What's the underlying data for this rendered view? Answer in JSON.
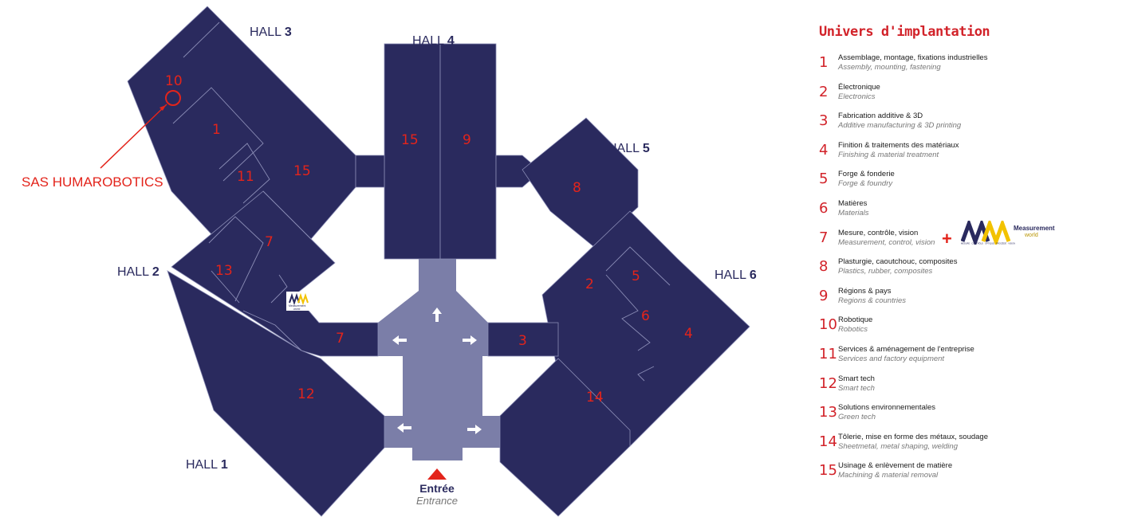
{
  "map": {
    "halls": {
      "h1": {
        "word": "HALL",
        "num": "1"
      },
      "h2": {
        "word": "HALL",
        "num": "2"
      },
      "h3": {
        "word": "HALL",
        "num": "3"
      },
      "h4": {
        "word": "HALL",
        "num": "4"
      },
      "h5": {
        "word": "HALL",
        "num": "5"
      },
      "h6": {
        "word": "HALL",
        "num": "6"
      }
    },
    "zones": [
      "10",
      "1",
      "11",
      "15",
      "7",
      "13",
      "7",
      "12",
      "15",
      "9",
      "8",
      "2",
      "5",
      "6",
      "4",
      "3",
      "14"
    ],
    "callout": "SAS HUMAROBOTICS",
    "entrance": {
      "fr": "Entrée",
      "en": "Entrance"
    },
    "small_logo": {
      "line1": "Measurement",
      "line2": "world"
    },
    "colors": {
      "hall": "#2a2a5e",
      "corridor": "#7b7ea8",
      "accent": "#e3241b"
    }
  },
  "legend": {
    "title": "Univers d'implantation",
    "items": [
      {
        "num": "1",
        "fr": "Assemblage, montage, fixations industrielles",
        "en": "Assembly, mounting, fastening"
      },
      {
        "num": "2",
        "fr": "Électronique",
        "en": "Electronics"
      },
      {
        "num": "3",
        "fr": "Fabrication additive & 3D",
        "en": "Additive manufacturing & 3D printing"
      },
      {
        "num": "4",
        "fr": "Finition & traitements des matériaux",
        "en": "Finishing & material treatment"
      },
      {
        "num": "5",
        "fr": "Forge & fonderie",
        "en": "Forge & foundry"
      },
      {
        "num": "6",
        "fr": "Matières",
        "en": "Materials"
      },
      {
        "num": "7",
        "fr": "Mesure, contrôle, vision",
        "en": "Measurement, control, vision"
      },
      {
        "num": "8",
        "fr": "Plasturgie, caoutchouc, composites",
        "en": "Plastics, rubber, composites"
      },
      {
        "num": "9",
        "fr": "Régions & pays",
        "en": "Regions & countries"
      },
      {
        "num": "10",
        "fr": "Robotique",
        "en": "Robotics"
      },
      {
        "num": "11",
        "fr": "Services & aménagement de l'entreprise",
        "en": "Services and factory equipment"
      },
      {
        "num": "12",
        "fr": "Smart tech",
        "en": "Smart tech"
      },
      {
        "num": "13",
        "fr": "Solutions environnementales",
        "en": "Green tech"
      },
      {
        "num": "14",
        "fr": "Tôlerie, mise en forme des métaux, soudage",
        "en": "Sheetmetal, metal shaping, welding"
      },
      {
        "num": "15",
        "fr": "Usinage & enlèvement de matière",
        "en": "Machining & material removal"
      }
    ],
    "mw_logo": {
      "line1": "Measurement",
      "line2": "world",
      "tagline": "MESURE · CONTRÔLE · OPTIQUE · PROCÉDÉ · VISION"
    }
  }
}
